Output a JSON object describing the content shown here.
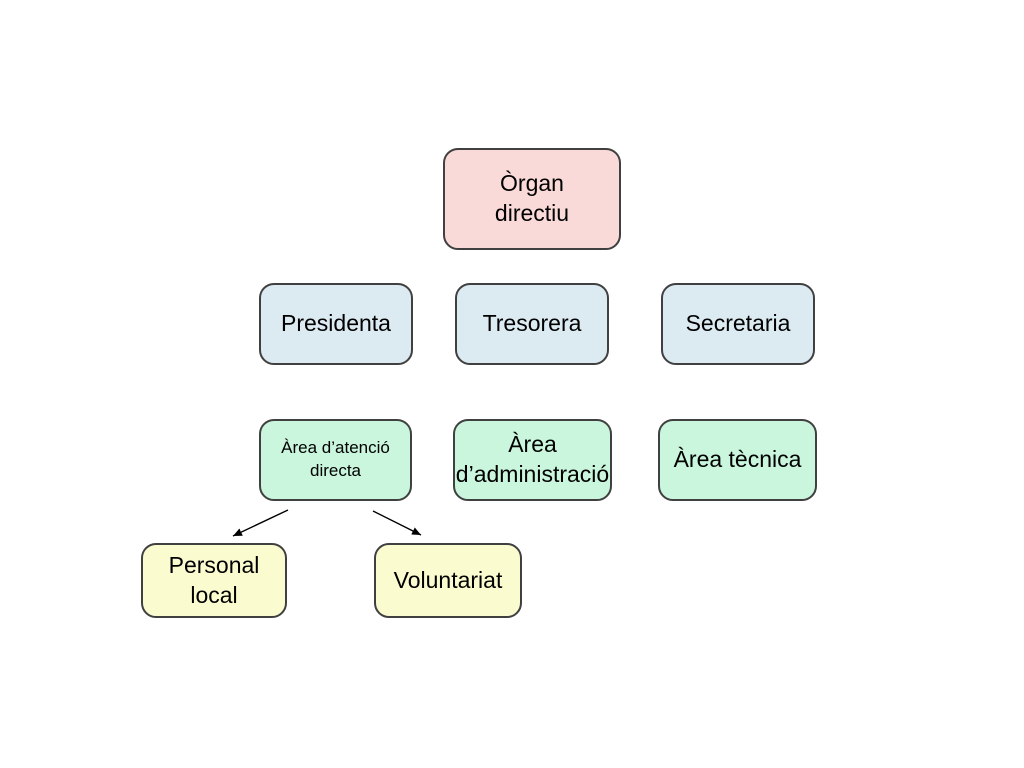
{
  "page": {
    "background": "#ffffff"
  },
  "diagram": {
    "type": "org-chart",
    "boxes": {
      "organ_directiu": {
        "label": "Òrgan\ndirectiu",
        "fill": "#fadad8"
      },
      "presidenta": {
        "label": "Presidenta",
        "fill": "#dcebf2"
      },
      "tresorera": {
        "label": "Tresorera",
        "fill": "#dcebf2"
      },
      "secretaria": {
        "label": "Secretaria",
        "fill": "#dcebf2"
      },
      "area_atencio_directa": {
        "label": "Àrea d’atenció\ndirecta",
        "fill": "#c9f6dd"
      },
      "area_administracio": {
        "label": "Àrea\nd’administració",
        "fill": "#c9f6dd"
      },
      "area_tecnica": {
        "label": "Àrea tècnica",
        "fill": "#c9f6dd"
      },
      "personal_local": {
        "label": "Personal\nlocal",
        "fill": "#fbfbd0"
      },
      "voluntariat": {
        "label": "Voluntariat",
        "fill": "#fbfbd0"
      }
    },
    "edges": [
      {
        "from": "area_atencio_directa",
        "to": "personal_local"
      },
      {
        "from": "area_atencio_directa",
        "to": "voluntariat"
      }
    ],
    "colors": {
      "box_border": "#404040",
      "arrow": "#000000",
      "text": "#000000"
    }
  }
}
